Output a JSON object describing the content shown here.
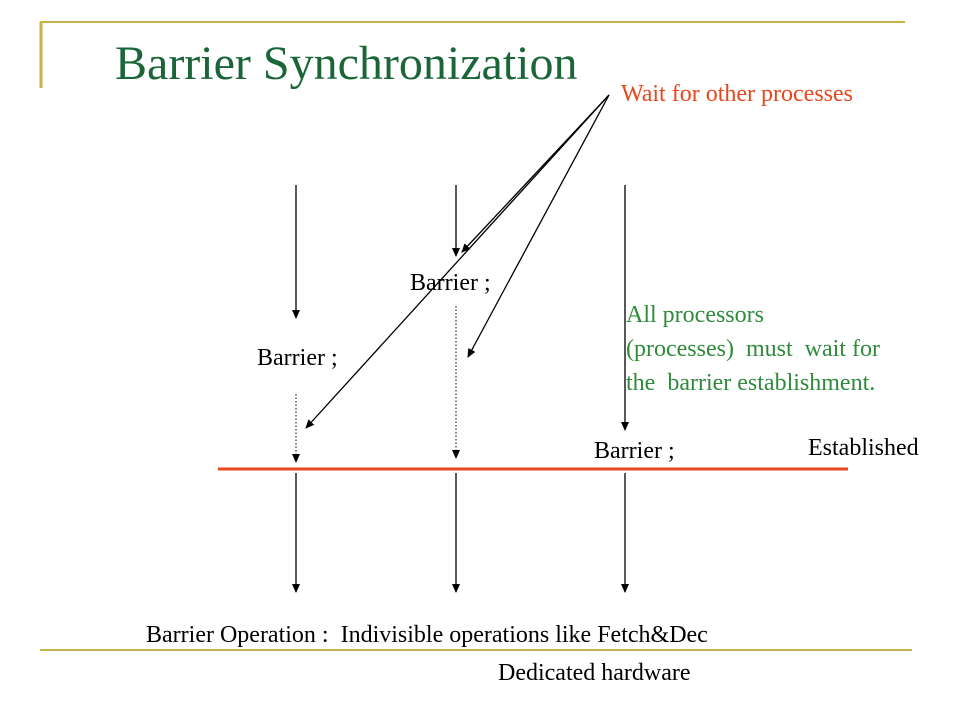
{
  "title": "Barrier Synchronization",
  "colors": {
    "title": "#1a6638",
    "wait_note": "#e8461c",
    "processor_note": "#2e8b3c",
    "barrier_line": "#e8461c",
    "frame": "#c8b24a"
  },
  "wait_note": "Wait for other processes",
  "processor_note": {
    "line1": "All processors",
    "line2": "(processes)  must  wait for",
    "line3": "the  barrier establishment."
  },
  "barriers": {
    "left": "Barrier ;",
    "middle": "Barrier ;",
    "right": "Barrier ;"
  },
  "established": "Established",
  "operation_line": "Barrier Operation :  Indivisible operations like Fetch&Dec",
  "hardware_line": "Dedicated hardware"
}
